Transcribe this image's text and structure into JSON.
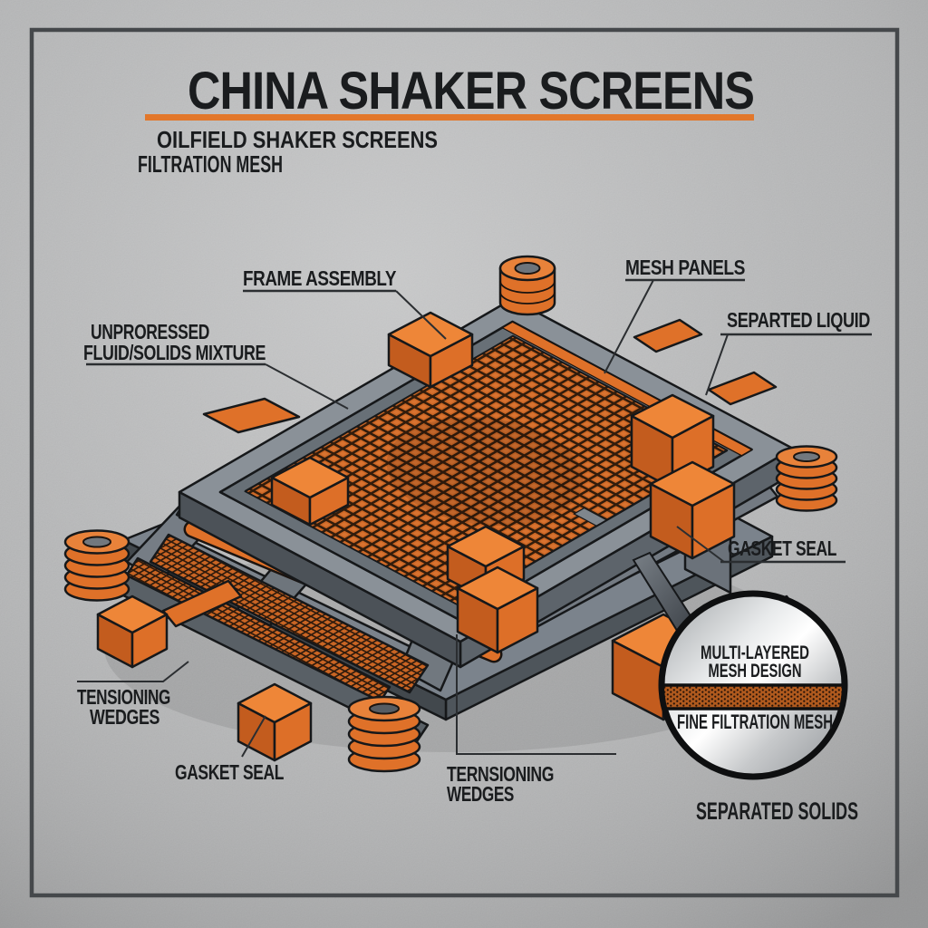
{
  "header": {
    "title": "CHINA SHAKER SCREENS",
    "subtitle_line1": "OILFIELD SHAKER SCREENS",
    "subtitle_line2": "FILTRATION MESH"
  },
  "callouts": {
    "frame_assembly": "FRAME ASSEMBLY",
    "mesh_panels": "MESH PANELS",
    "unprocessed_line1": "UNPRORESSED",
    "unprocessed_line2": "FLUID/SOLIDS MIXTURE",
    "separated_liquid": "SEPARTED LIQUID",
    "gasket_seal_right": "GASKET SEAL",
    "tensioning_left_line1": "TENSIONING",
    "tensioning_left_line2": "WEDGES",
    "gasket_seal_bottom": "GASKET SEAL",
    "tensioning_bottom_line1": "TERNSIONING",
    "tensioning_bottom_line2": "WEDGES"
  },
  "inset": {
    "line1": "MULTI-LAYERED",
    "line2": "MESH DESIGN",
    "band_label": "FINE FILTRATION MESH",
    "caption": "SEPARATED SOLIDS"
  },
  "colors": {
    "accent_orange": "#df7129",
    "orange_highlight": "#ee8638",
    "orange_shadow": "#c35c1e",
    "steel_gray": "#8a9198",
    "steel_dark": "#5d646b",
    "mesh_orange": "#c96524",
    "mesh_grid_dark": "#311c0c",
    "background_metal": "#b2b3b4",
    "border_gray": "#45484b",
    "ink": "#1a1c1e"
  }
}
